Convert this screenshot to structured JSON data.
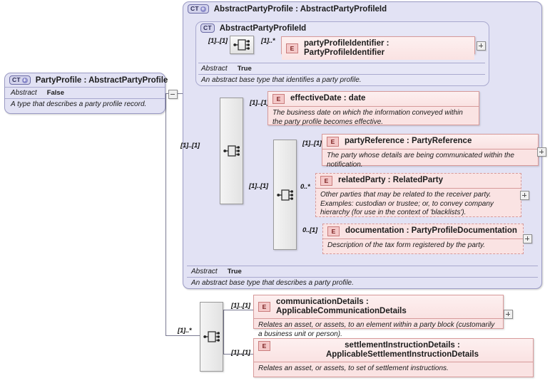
{
  "diagram": {
    "kind": "xsd-schema-diagram",
    "root_type": {
      "badge": "CT",
      "badge_modifier": "plus",
      "title": "PartyProfile : AbstractPartyProfile",
      "abstract_key": "Abstract",
      "abstract_value": "False",
      "description": "A type that describes a party profile record."
    },
    "outer_container": {
      "badge": "CT",
      "badge_modifier": "plus",
      "title": "AbstractPartyProfile : AbstractPartyProfileId",
      "abstract_key": "Abstract",
      "abstract_value": "True",
      "description": "An abstract base type that describes a party profile."
    },
    "inner_container": {
      "badge": "CT",
      "badge_modifier": "none",
      "title": "AbstractPartyProfileId",
      "abstract_key": "Abstract",
      "abstract_value": "True",
      "description": "An abstract base type that identifies a party profile."
    },
    "elements": [
      {
        "id": "partyProfileIdentifier",
        "badge": "E",
        "title": "partyProfileIdentifier : PartyProfileIdentifier",
        "description": "",
        "cardinality": "[1]..*",
        "style": "solid"
      },
      {
        "id": "effectiveDate",
        "badge": "E",
        "title": "effectiveDate : date",
        "description": "The business date on which the information conveyed within the party profile becomes effective.",
        "cardinality": "[1]..[1]",
        "style": "solid"
      },
      {
        "id": "partyReference",
        "badge": "E",
        "title": "partyReference : PartyReference",
        "description": "The party whose details are being communicated within the notification.",
        "cardinality": "[1]..[1]",
        "style": "solid"
      },
      {
        "id": "relatedParty",
        "badge": "E",
        "title": "relatedParty : RelatedParty",
        "description": "Other parties that may be related to the receiver party. Examples: custodian or trustee; or, to convey company hierarchy (for use in the context of 'blacklists').",
        "cardinality": "0..*",
        "style": "dashed"
      },
      {
        "id": "documentation",
        "badge": "E",
        "title": "documentation : PartyProfileDocumentation",
        "description": "Description of the tax form registered by the party.",
        "cardinality": "0..[1]",
        "style": "dashed"
      },
      {
        "id": "communicationDetails",
        "badge": "E",
        "title": "communicationDetails : ApplicableCommunicationDetails",
        "description": "Relates an asset, or assets, to an element within a party block (customarily a business unit or person).",
        "cardinality": "[1]..[1]",
        "style": "solid"
      },
      {
        "id": "settlementInstructionDetails",
        "badge": "E",
        "title": "settlementInstructionDetails : ApplicableSettlementInstructionDetails",
        "description": "Relates an asset, or assets, to set of settlement instructions.",
        "cardinality": "[1]..[1]",
        "style": "solid"
      }
    ],
    "compositors": [
      {
        "id": "seq-inner-id",
        "type": "sequence",
        "cardinality": "[1]..[1]"
      },
      {
        "id": "seq-outer-top",
        "type": "sequence",
        "cardinality": "[1]..[1]"
      },
      {
        "id": "seq-outer-mid",
        "type": "sequence",
        "cardinality": "[1]..[1]"
      },
      {
        "id": "seq-bottom",
        "type": "sequence",
        "cardinality": "[1]..*"
      }
    ],
    "colors": {
      "complex_type_fill": "#e2e2f4",
      "complex_type_border": "#9b9bc4",
      "element_fill": "#fae3e3",
      "element_border": "#d79a9a",
      "connector": "#7a7a93",
      "compositor_fill": "#ededed"
    }
  }
}
